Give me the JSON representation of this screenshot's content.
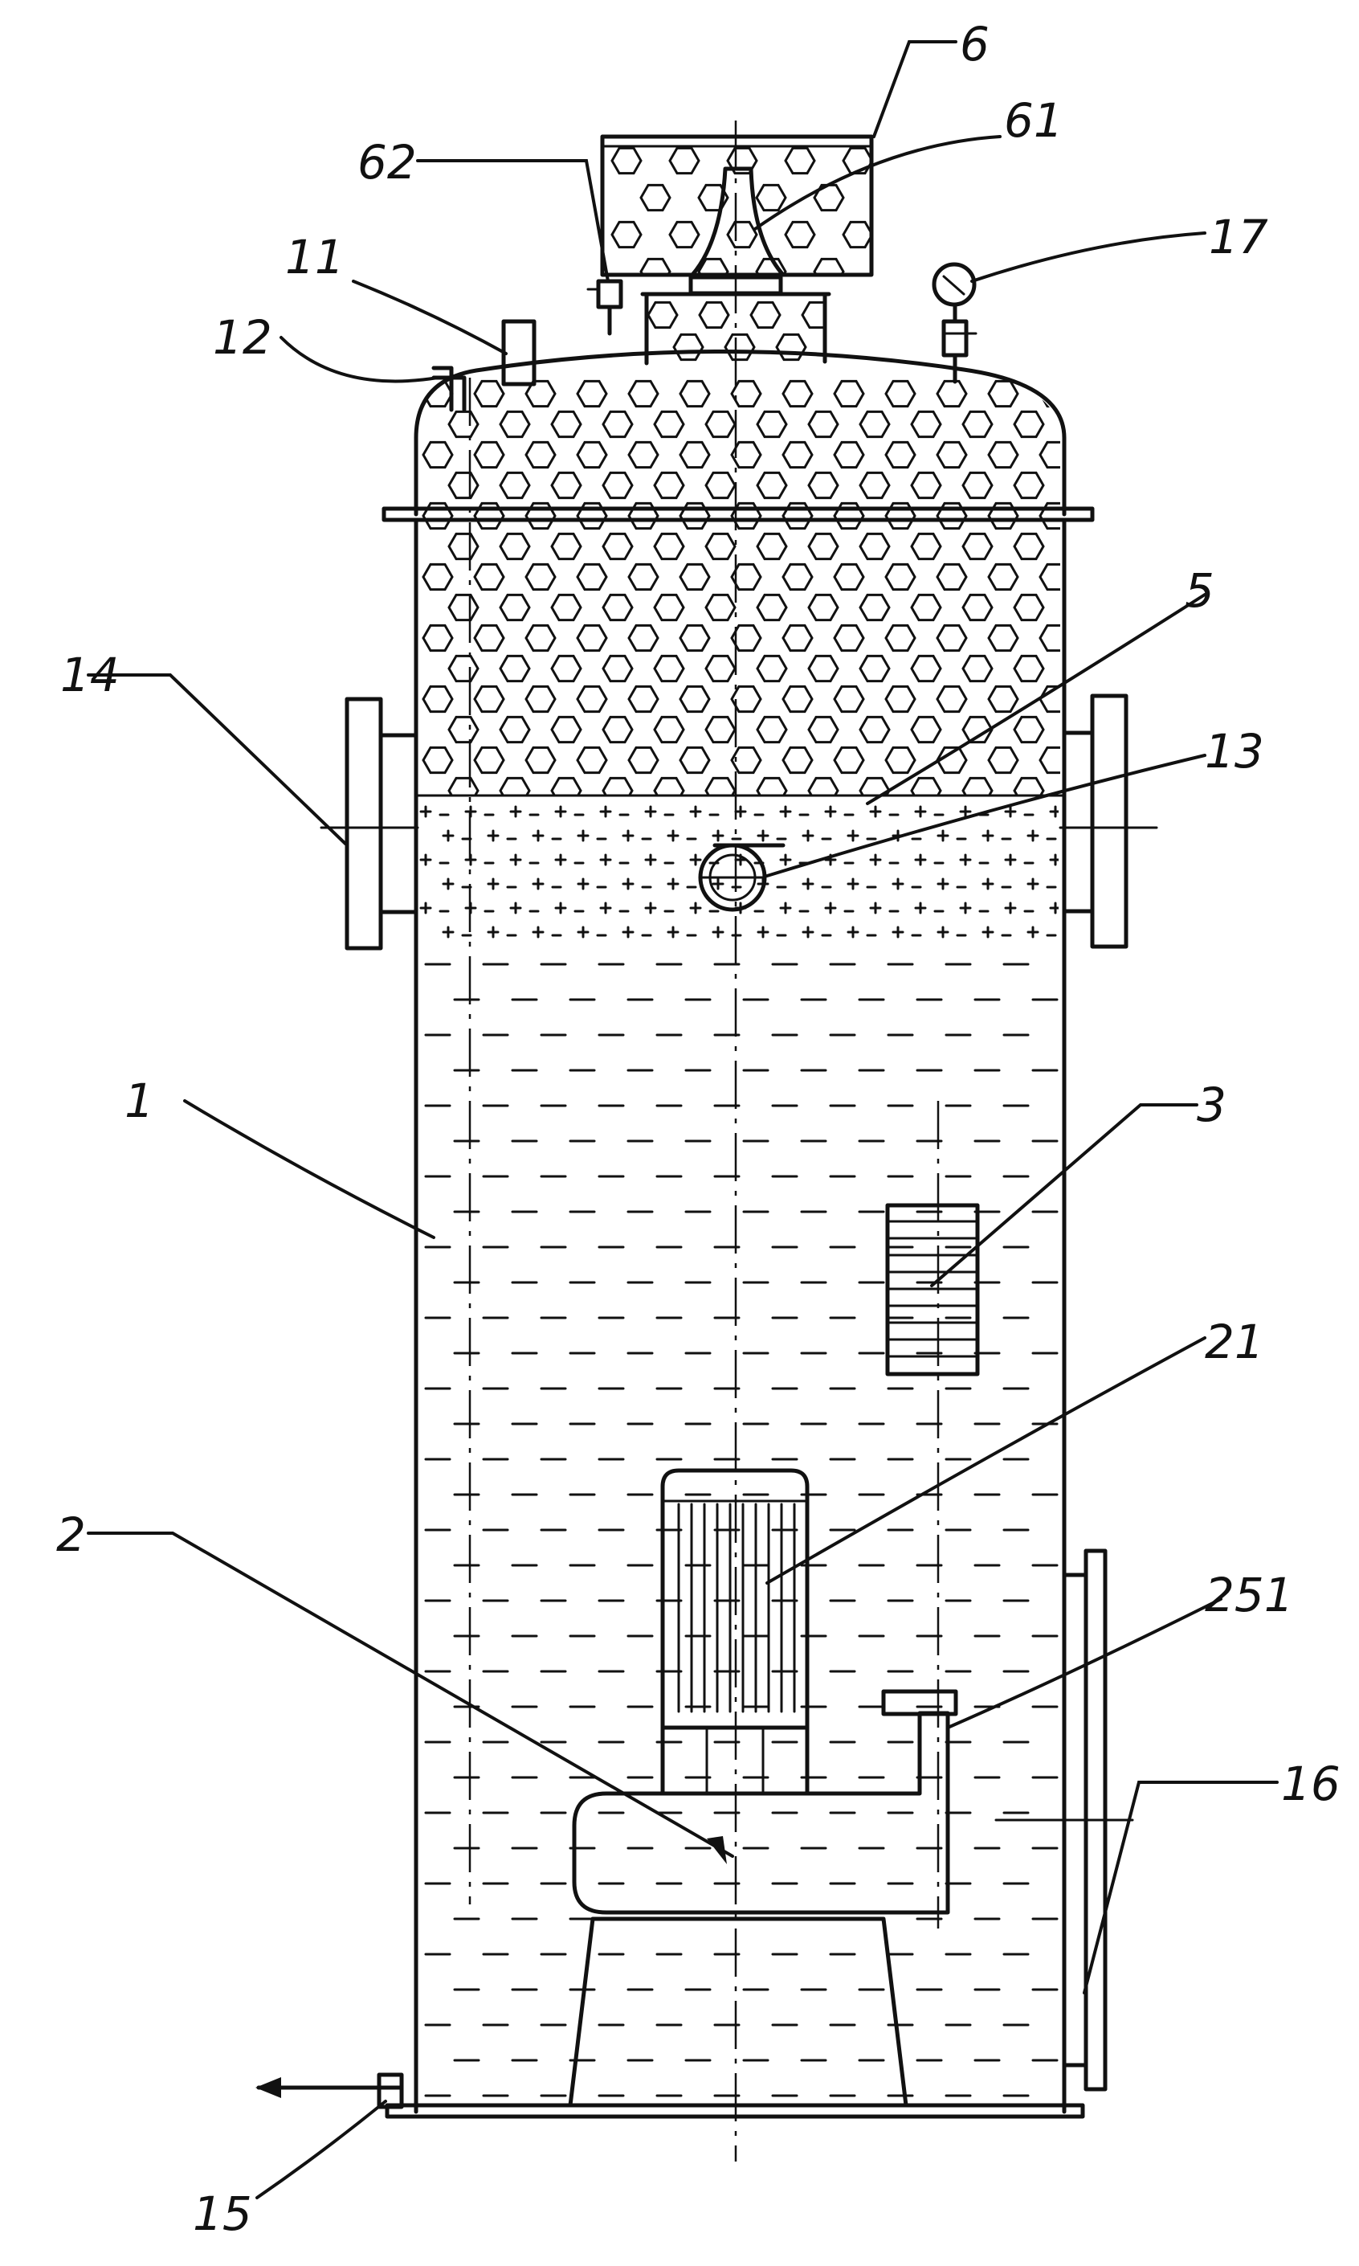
{
  "labels": {
    "l1": "1",
    "l2": "2",
    "l3": "3",
    "l5": "5",
    "l6": "6",
    "l11": "11",
    "l12": "12",
    "l13": "13",
    "l14": "14",
    "l15": "15",
    "l16": "16",
    "l17": "17",
    "l21": "21",
    "l61": "61",
    "l62": "62",
    "l251": "251"
  }
}
